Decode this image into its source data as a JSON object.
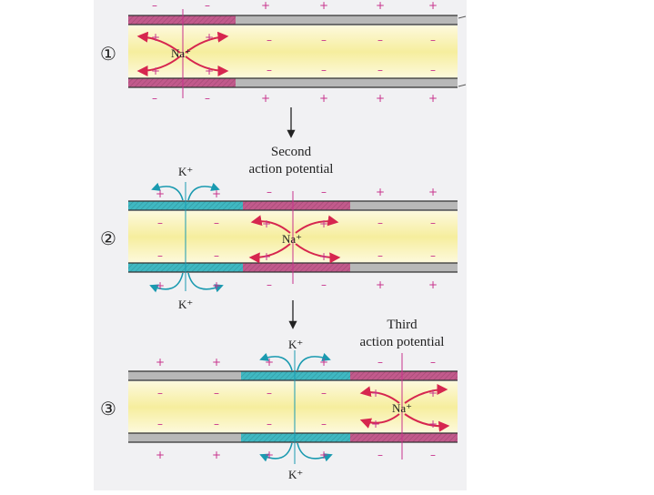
{
  "colors": {
    "panel_bg": "#f1f1f3",
    "axon_interior": "#fbf5c6",
    "interior_stripe": "#f3ea8a",
    "membrane_depolarized": "#c25a8c",
    "membrane_repolarizing": "#3fb8c2",
    "membrane_resting": "#b8b8b8",
    "na_arrow": "#d6264f",
    "k_arrow": "#1a9ab0",
    "plus_charge": "#c8328c",
    "minus_charge": "#c8328c",
    "text": "#222222"
  },
  "panels": [
    {
      "step": "①",
      "ion_label": "Na⁺",
      "membrane_states": [
        "depolarized",
        "resting"
      ]
    },
    {
      "step": "②",
      "caption": [
        "Second",
        "action potential"
      ],
      "ion_label_na": "Na⁺",
      "ion_label_k_top": "K⁺",
      "ion_label_k_bottom": "K⁺",
      "membrane_states": [
        "repolarizing",
        "depolarized",
        "resting"
      ]
    },
    {
      "step": "③",
      "caption": [
        "Third",
        "action potential"
      ],
      "ion_label_na": "Na⁺",
      "ion_label_k_top": "K⁺",
      "ion_label_k_bottom": "K⁺",
      "membrane_states": [
        "resting",
        "repolarizing",
        "depolarized"
      ]
    }
  ],
  "charge_signs": {
    "plus": "+",
    "minus": "–"
  },
  "icons": [
    "down-arrow-icon",
    "ion-flow-arrow-icon"
  ]
}
